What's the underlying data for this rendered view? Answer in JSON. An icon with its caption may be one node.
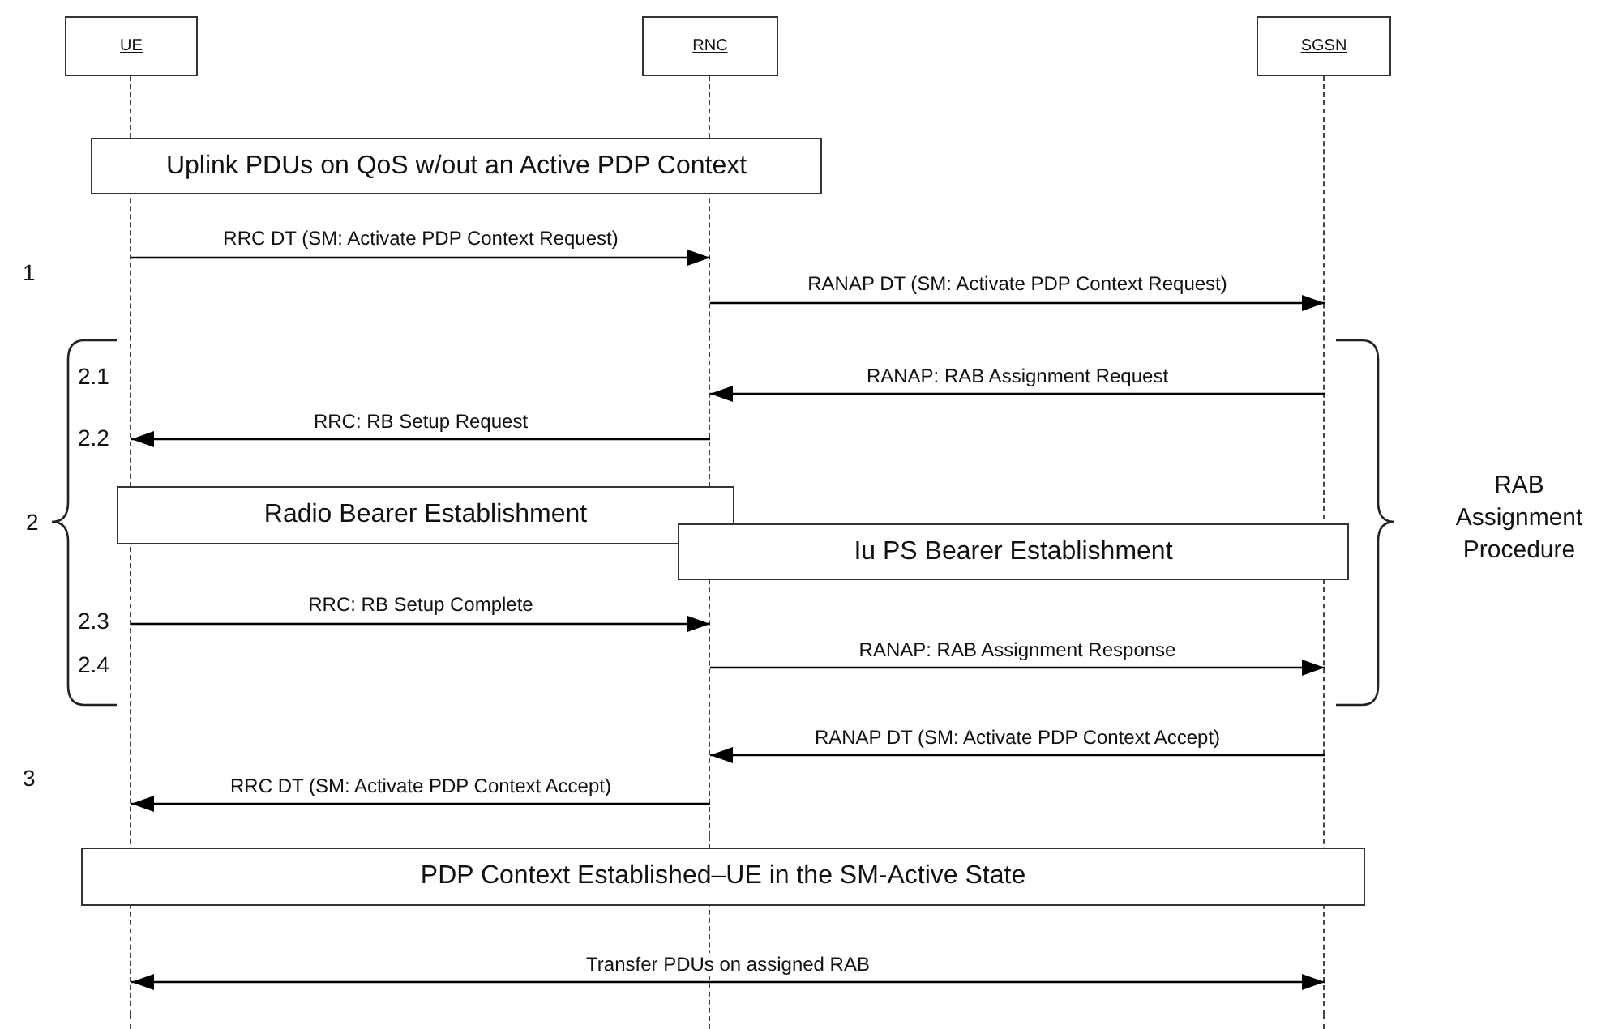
{
  "diagram": {
    "nodes": [
      {
        "text": [
          "UE"
        ]
      },
      {
        "text": [
          "RNC"
        ]
      },
      {
        "text": [
          "SGSN"
        ]
      },
      {
        "text": [
          "Uplink PDUs on QoS w/out an Active PDP Context"
        ]
      },
      {
        "text": [
          "Radio Bearer Establishment"
        ]
      },
      {
        "text": [
          "Iu PS Bearer Establishment"
        ]
      },
      {
        "text": [
          "PDP Context Established–UE in the SM-Active State"
        ]
      }
    ],
    "edges": [
      {
        "from": 0,
        "to": 1,
        "arrow": "to",
        "label": "RRC DT (SM: Activate PDP Context Request)"
      },
      {
        "from": 1,
        "to": 2,
        "arrow": "to",
        "label": "RANAP DT (SM: Activate PDP Context Request)"
      },
      {
        "from": 2,
        "to": 1,
        "arrow": "to",
        "label": "RANAP: RAB Assignment Request"
      },
      {
        "from": 1,
        "to": 0,
        "arrow": "to",
        "label": "RRC: RB Setup Request"
      },
      {
        "from": 0,
        "to": 1,
        "arrow": "to",
        "label": "RRC: RB Setup Complete"
      },
      {
        "from": 1,
        "to": 2,
        "arrow": "to",
        "label": "RANAP: RAB Assignment Response"
      },
      {
        "from": 2,
        "to": 1,
        "arrow": "to",
        "label": "RANAP DT (SM: Activate PDP Context Accept)"
      },
      {
        "from": 1,
        "to": 0,
        "arrow": "to",
        "label": "RRC DT (SM: Activate PDP Context Accept)"
      },
      {
        "from": 0,
        "to": 2,
        "arrow": "both",
        "label": "Transfer PDUs on assigned RAB"
      }
    ],
    "labels": [
      "1",
      "2.1",
      "2.2",
      "2",
      "RAB Assignment Procedure",
      "2.3",
      "2.4",
      "3"
    ]
  }
}
